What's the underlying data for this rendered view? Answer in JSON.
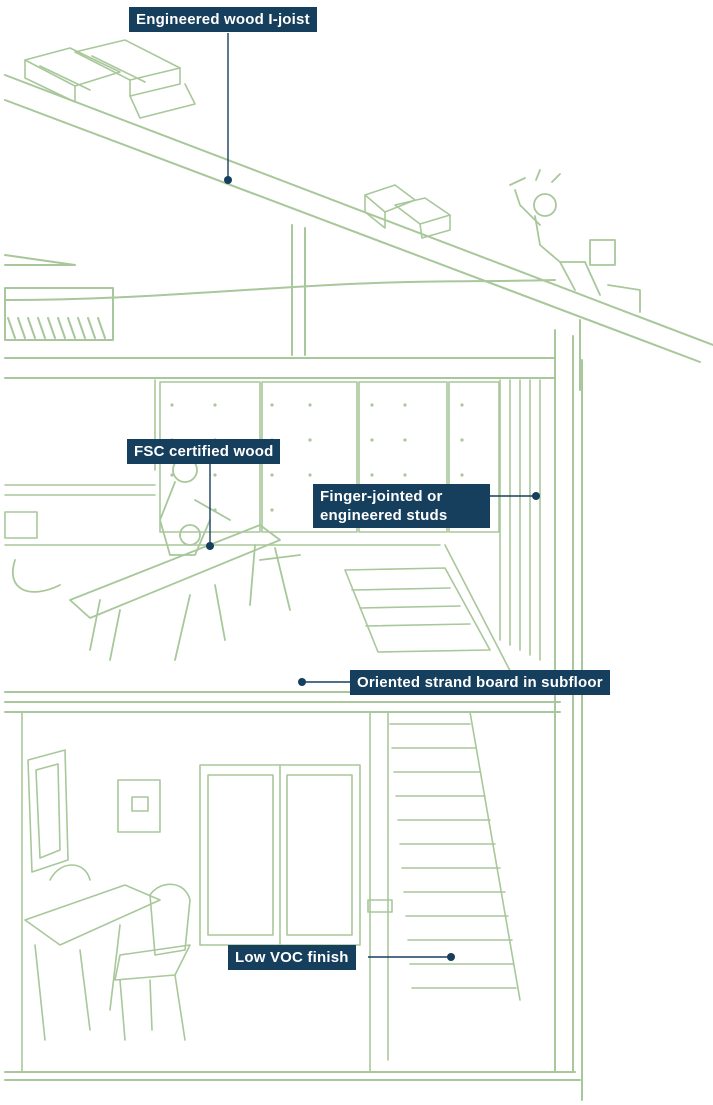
{
  "callouts": {
    "ijoist": "Engineered wood I-joist",
    "fsc": "FSC certified wood",
    "studs": "Finger-jointed or\nengineered studs",
    "osb": "Oriented strand board in subfloor",
    "voc": "Low VOC finish"
  },
  "colors": {
    "sketch": "#a8c79a",
    "sketch_light": "#cfe1c5",
    "label_bg": "#163f5e",
    "label_text": "#ffffff"
  }
}
